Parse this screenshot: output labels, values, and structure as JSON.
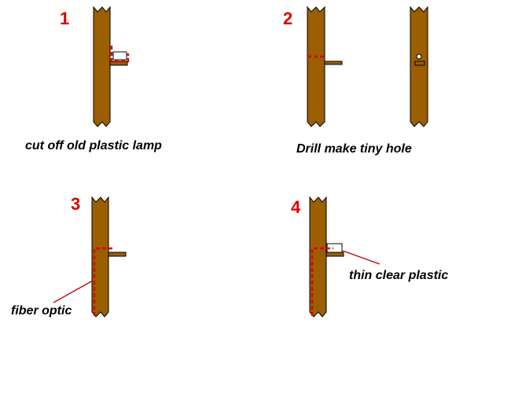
{
  "colors": {
    "wood": "#9B5E00",
    "outline": "#000000",
    "number": "#E00000",
    "dashes": "#E00000",
    "leader": "#C00000",
    "background": "#FFFFFF"
  },
  "steps": [
    {
      "number": "1",
      "caption": "cut off old plastic lamp"
    },
    {
      "number": "2",
      "caption": "Drill make tiny hole"
    },
    {
      "number": "3",
      "caption": "fiber optic"
    },
    {
      "number": "4",
      "caption": "thin clear plastic"
    }
  ]
}
